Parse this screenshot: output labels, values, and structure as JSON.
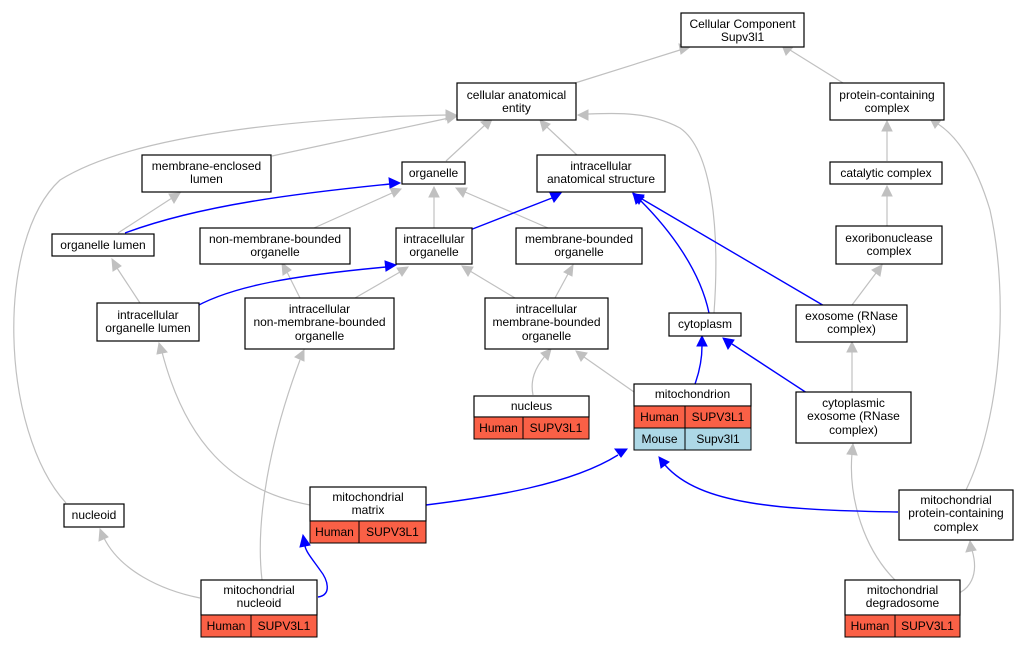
{
  "colors": {
    "human": "#fa6046",
    "mouse": "#add8e6",
    "is_a_edge": "#c0c0c0",
    "part_of_edge": "#0000ff"
  },
  "nodes": {
    "cellular_component": {
      "line1": "Cellular Component",
      "line2": "Supv3l1"
    },
    "cellular_anatomical_entity": {
      "line1": "cellular anatomical",
      "line2": "entity"
    },
    "protein_containing_complex": {
      "line1": "protein-containing",
      "line2": "complex"
    },
    "membrane_enclosed_lumen": {
      "line1": "membrane-enclosed",
      "line2": "lumen"
    },
    "organelle": {
      "line1": "organelle"
    },
    "intracellular_anatomical_structure": {
      "line1": "intracellular",
      "line2": "anatomical structure"
    },
    "catalytic_complex": {
      "line1": "catalytic complex"
    },
    "organelle_lumen": {
      "line1": "organelle lumen"
    },
    "non_membrane_bounded_organelle": {
      "line1": "non-membrane-bounded",
      "line2": "organelle"
    },
    "intracellular_organelle": {
      "line1": "intracellular",
      "line2": "organelle"
    },
    "membrane_bounded_organelle": {
      "line1": "membrane-bounded",
      "line2": "organelle"
    },
    "exoribonuclease_complex": {
      "line1": "exoribonuclease",
      "line2": "complex"
    },
    "intracellular_organelle_lumen": {
      "line1": "intracellular",
      "line2": "organelle lumen"
    },
    "intracellular_non_membrane_bounded_organelle": {
      "line1": "intracellular",
      "line2": "non-membrane-bounded",
      "line3": "organelle"
    },
    "intracellular_membrane_bounded_organelle": {
      "line1": "intracellular",
      "line2": "membrane-bounded",
      "line3": "organelle"
    },
    "cytoplasm": {
      "line1": "cytoplasm"
    },
    "exosome_rnase_complex": {
      "line1": "exosome (RNase",
      "line2": "complex)"
    },
    "nucleus": {
      "line1": "nucleus",
      "species": "Human",
      "gene": "SUPV3L1"
    },
    "mitochondrion": {
      "line1": "mitochondrion",
      "species": "Human",
      "gene": "SUPV3L1",
      "species2": "Mouse",
      "gene2": "Supv3l1"
    },
    "cytoplasmic_exosome": {
      "line1": "cytoplasmic",
      "line2": "exosome (RNase",
      "line3": "complex)"
    },
    "nucleoid": {
      "line1": "nucleoid"
    },
    "mitochondrial_matrix": {
      "line1": "mitochondrial",
      "line2": "matrix",
      "species": "Human",
      "gene": "SUPV3L1"
    },
    "mitochondrial_protein_containing_complex": {
      "line1": "mitochondrial",
      "line2": "protein-containing",
      "line3": "complex"
    },
    "mitochondrial_nucleoid": {
      "line1": "mitochondrial",
      "line2": "nucleoid",
      "species": "Human",
      "gene": "SUPV3L1"
    },
    "mitochondrial_degradosome": {
      "line1": "mitochondrial",
      "line2": "degradosome",
      "species": "Human",
      "gene": "SUPV3L1"
    }
  }
}
